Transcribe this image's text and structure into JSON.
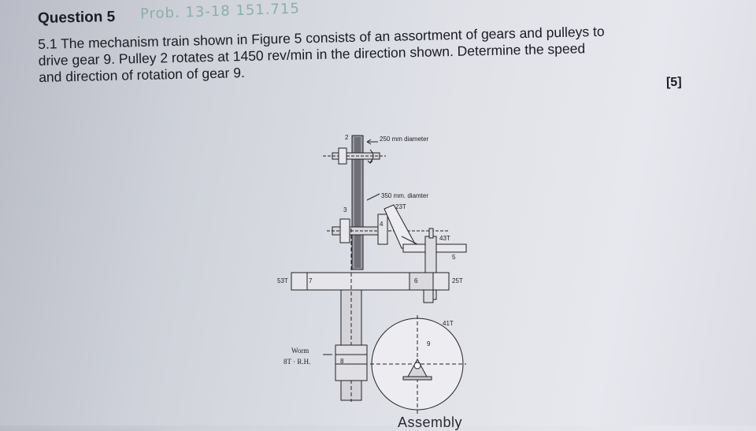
{
  "heading": "Question 5",
  "annotation": "Prob. 13-18 151.715",
  "question": {
    "lines": [
      "5.1 The mechanism train shown in Figure 5 consists of an assortment of gears and pulleys to",
      "drive gear 9. Pulley 2 rotates at 1450 rev/min in the direction shown. Determine the speed",
      "and direction of rotation of gear 9."
    ],
    "marks": "[5]"
  },
  "figure": {
    "labels": {
      "pulley2_dia": "250 mm diameter",
      "pulley3_dia": "350 mm. diamter",
      "t23": "23T",
      "t43": "43T",
      "t53": "53T",
      "t25": "25T",
      "t41": "41T",
      "worm": "Worm",
      "worm_spec": "8T  · R.H."
    },
    "numbers": [
      "2",
      "3",
      "4",
      "5",
      "6",
      "7",
      "8",
      "9"
    ]
  },
  "footer_fragment": "Assembly"
}
